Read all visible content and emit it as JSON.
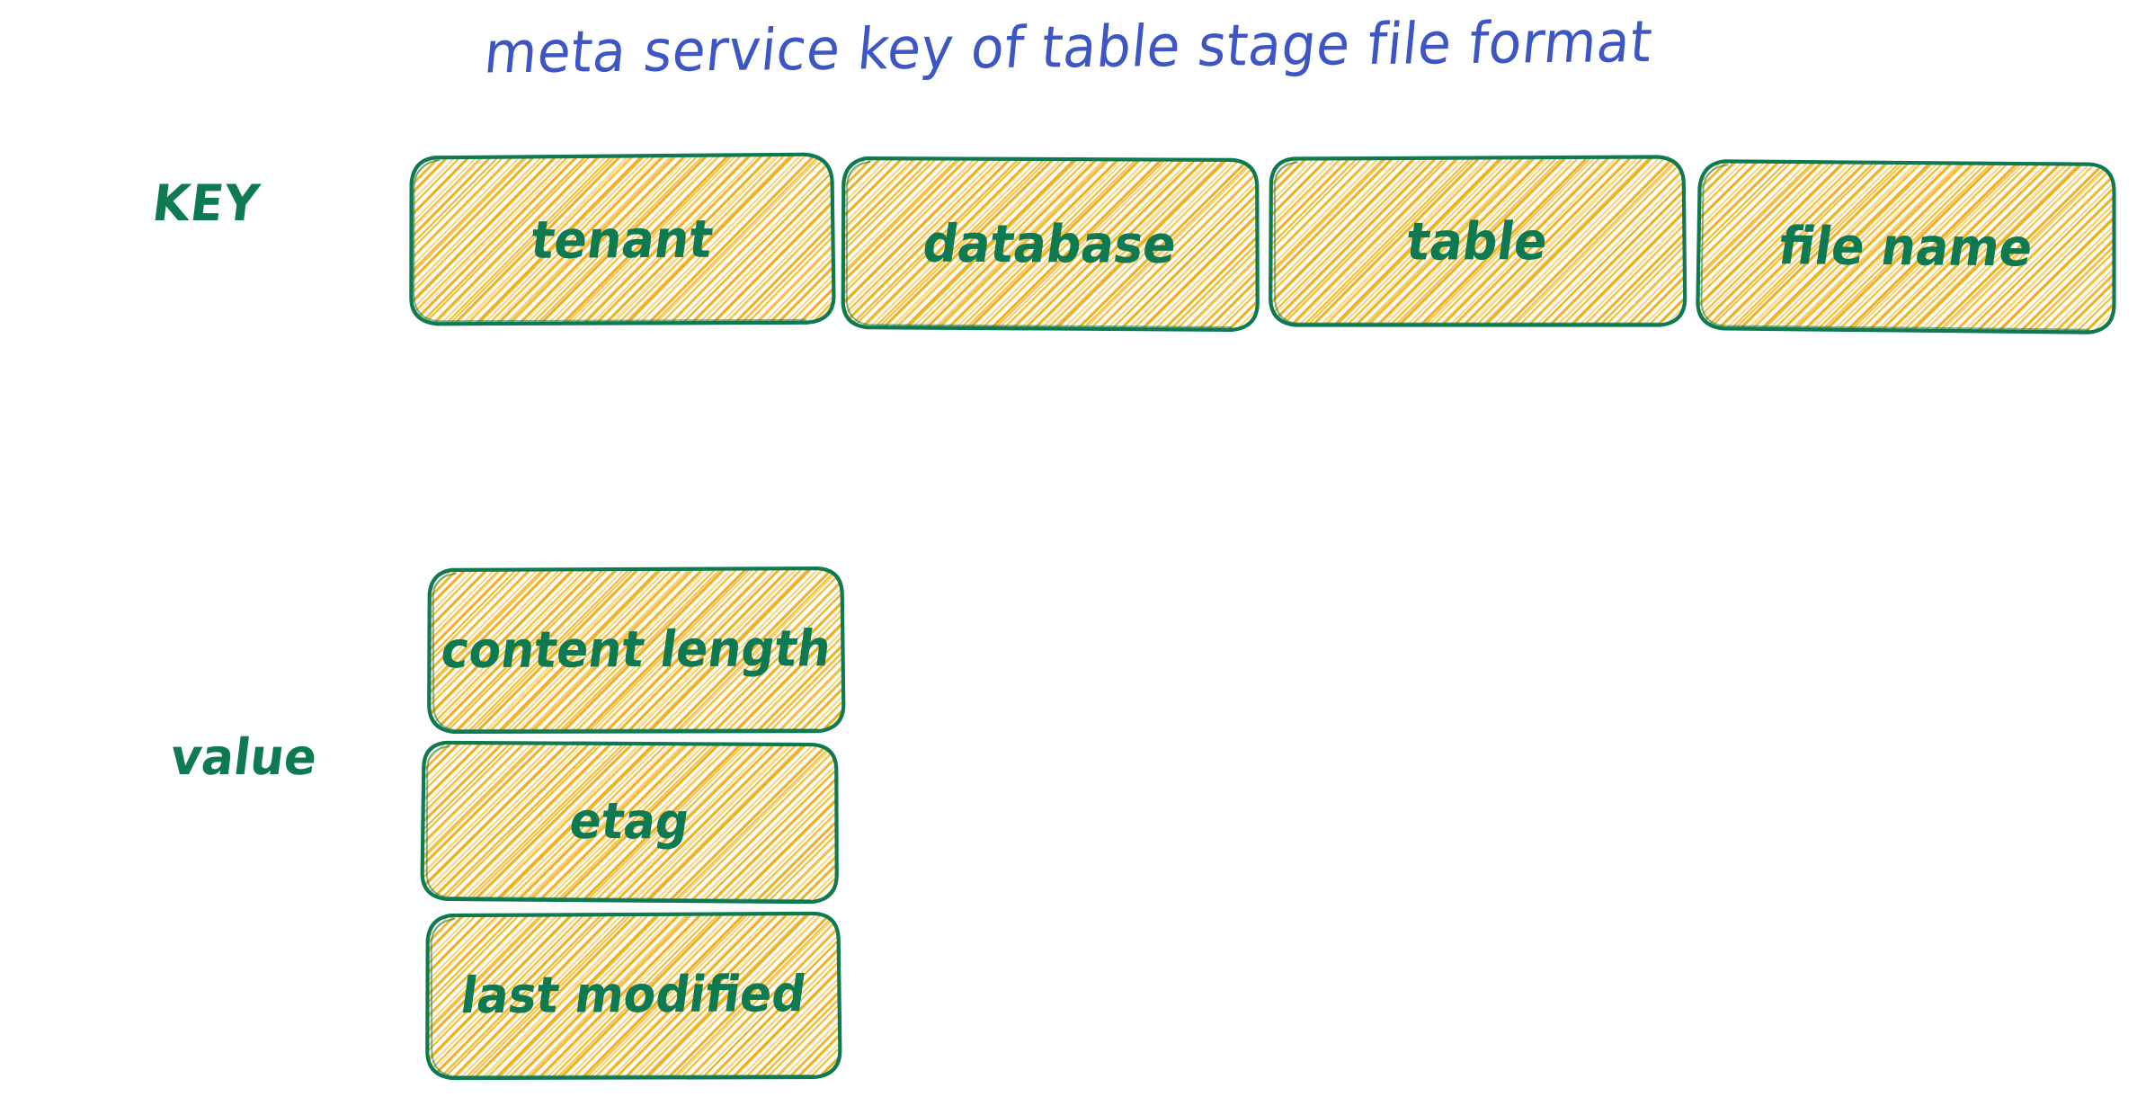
{
  "diagram": {
    "title": "meta service key of table stage file format",
    "background_color": "#ffffff",
    "title_color": "#3d56c4",
    "box_border_color": "#0d7a52",
    "box_hatch_color": "#f0b020",
    "box_text_color": "#0d7a52",
    "rows": [
      {
        "label": "KEY",
        "orientation": "horizontal",
        "boxes": [
          {
            "text": "tenant"
          },
          {
            "text": "database"
          },
          {
            "text": "table"
          },
          {
            "text": "file name"
          }
        ]
      },
      {
        "label": "value",
        "orientation": "vertical",
        "boxes": [
          {
            "text": "content length"
          },
          {
            "text": "etag"
          },
          {
            "text": "last modified"
          }
        ]
      }
    ]
  }
}
